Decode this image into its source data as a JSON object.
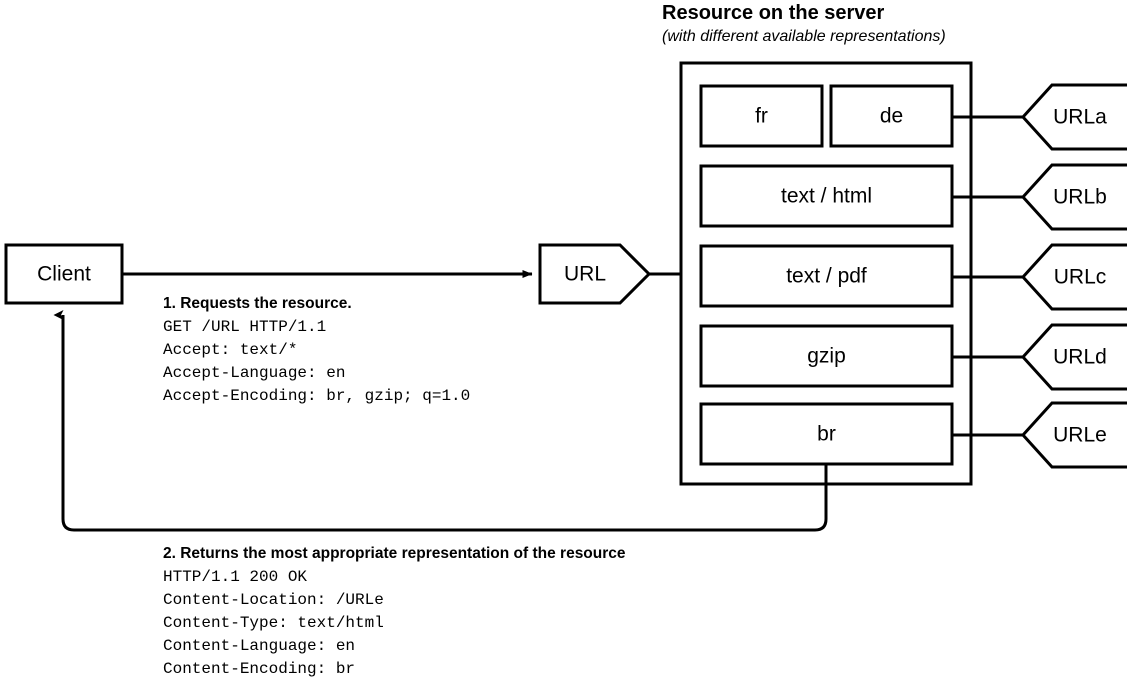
{
  "server_panel": {
    "title": "Resource on the server",
    "subtitle": "(with different available representations)",
    "representations": [
      {
        "name": "fr",
        "variant": "language",
        "row": 1
      },
      {
        "name": "de",
        "variant": "language",
        "row": 1
      },
      {
        "name": "text / html",
        "variant": "media-type",
        "row": 2
      },
      {
        "name": "text / pdf",
        "variant": "media-type",
        "row": 3
      },
      {
        "name": "gzip",
        "variant": "encoding",
        "row": 4
      },
      {
        "name": "br",
        "variant": "encoding",
        "row": 5
      }
    ],
    "url_tags": [
      {
        "label": "URLa"
      },
      {
        "label": "URLb"
      },
      {
        "label": "URLc"
      },
      {
        "label": "URLd"
      },
      {
        "label": "URLe"
      }
    ]
  },
  "client": {
    "label": "Client"
  },
  "url_node": {
    "label": "URL"
  },
  "request": {
    "step_label": "1. Requests the resource.",
    "headers": "GET /URL HTTP/1.1\nAccept: text/*\nAccept-Language: en\nAccept-Encoding: br, gzip; q=1.0"
  },
  "response": {
    "step_label": "2. Returns the most appropriate representation of the resource",
    "headers": "HTTP/1.1 200 OK\nContent-Location: /URLe\nContent-Type: text/html\nContent-Language: en\nContent-Encoding: br"
  },
  "colors": {
    "stroke": "#000000",
    "fill": "#ffffff",
    "text": "#000000"
  }
}
